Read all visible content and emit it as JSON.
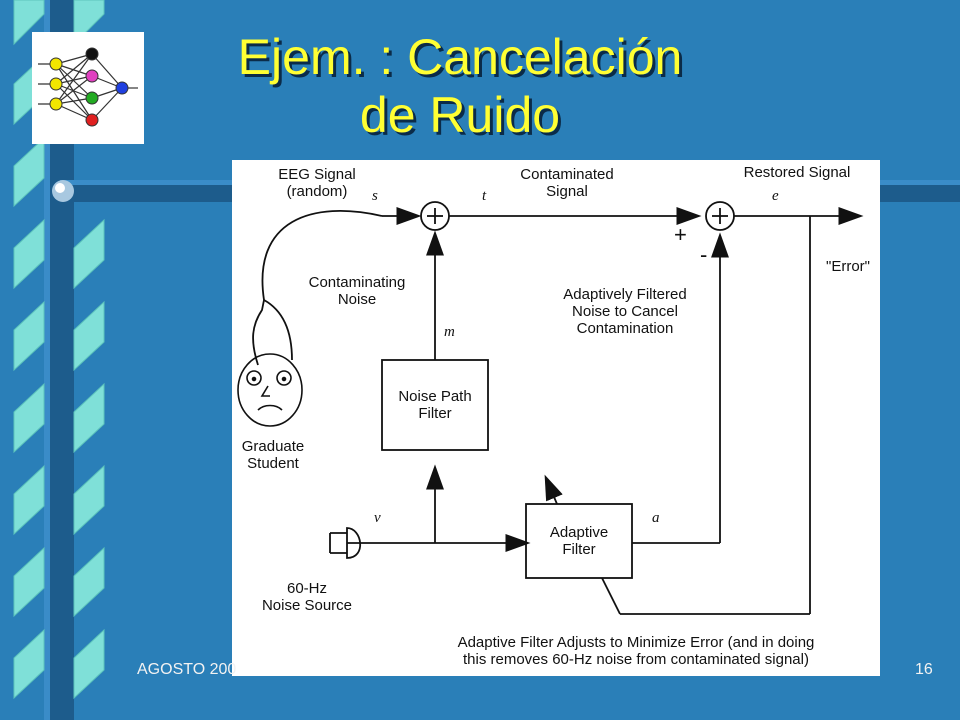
{
  "slide": {
    "title_line1": "Ejem. : Cancelación",
    "title_line2": "de Ruido",
    "footer_left": "AGOSTO 200",
    "page_number": "16",
    "colors": {
      "background": "#2a7fb8",
      "title": "#ffff33",
      "stripe": "#7fe0d8"
    },
    "logo_icon": "neural-network-icon"
  },
  "diagram": {
    "eeg_signal": "EEG Signal\n(random)",
    "contaminated_signal": "Contaminated\nSignal",
    "restored_signal": "Restored Signal",
    "error": "\"Error\"",
    "contaminating_noise": "Contaminating\nNoise",
    "adaptively_filtered": "Adaptively Filtered\nNoise to Cancel\nContamination",
    "noise_path_filter": "Noise Path\nFilter",
    "adaptive_filter": "Adaptive\nFilter",
    "graduate_student": "Graduate\nStudent",
    "noise_source": "60-Hz\nNoise Source",
    "bottom_note": "Adaptive Filter Adjusts to Minimize Error (and in doing\nthis removes 60-Hz noise from contaminated signal)",
    "var_s": "s",
    "var_t": "t",
    "var_e": "e",
    "var_m": "m",
    "var_v": "v",
    "var_a": "a",
    "plus_sign": "+",
    "minus_sign": "-"
  }
}
